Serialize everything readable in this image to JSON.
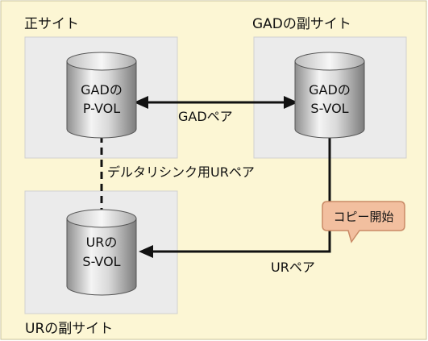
{
  "sites": {
    "primary": {
      "label": "正サイト"
    },
    "gad_secondary": {
      "label": "GADの副サイト"
    },
    "ur_secondary": {
      "label": "URの副サイト"
    }
  },
  "volumes": {
    "gad_pvol": {
      "line1": "GADの",
      "line2": "P-VOL"
    },
    "gad_svol": {
      "line1": "GADの",
      "line2": "S-VOL"
    },
    "ur_svol": {
      "line1": "URの",
      "line2": "S-VOL"
    }
  },
  "links": {
    "gad_pair": "GADペア",
    "delta_resync": "デルタリシンク用URペア",
    "ur_pair": "URペア"
  },
  "callout": {
    "label": "コピー開始"
  },
  "colors": {
    "canvas_bg": "#fcf6d4",
    "canvas_border": "#c8c39a",
    "site_box_bg": "#ebebeb",
    "callout_bg": "#f2bf9f",
    "callout_border": "#c98a66",
    "line": "#111111"
  }
}
